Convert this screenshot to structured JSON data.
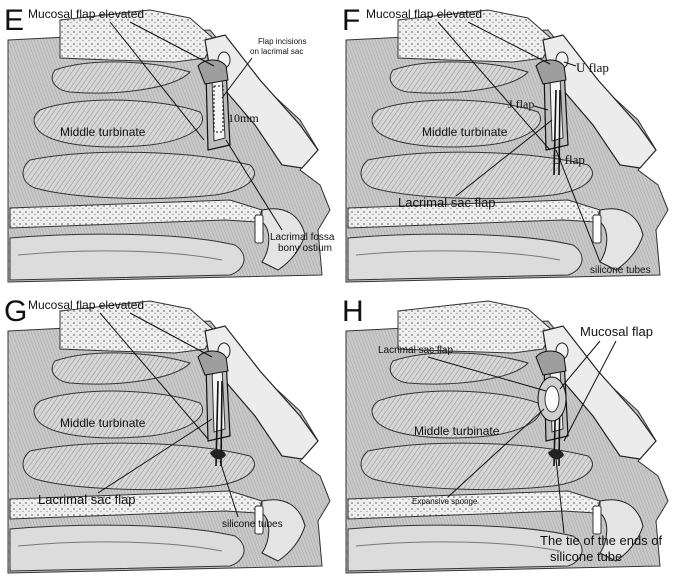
{
  "panels": [
    {
      "id": "E",
      "letter": "E",
      "labels": {
        "mucosal": "Mucosal  flap elevated",
        "flap_incisions_1": "Flap incisions",
        "flap_incisions_2": "on lacrimal sac",
        "measure": "10mm",
        "middle_turbinate": "Middle turbinate",
        "fossa_1": "Lacrimal fossa",
        "fossa_2": "bony ostium"
      }
    },
    {
      "id": "F",
      "letter": "F",
      "labels": {
        "mucosal": "Mucosal  flap elevated",
        "u_flap": "U flap",
        "j_flap": "J flap",
        "middle_turbinate": "Middle turbinate",
        "d_flap": "D flap",
        "sac_flap": "Lacrimal sac flap",
        "tubes": "silicone tubes"
      }
    },
    {
      "id": "G",
      "letter": "G",
      "labels": {
        "mucosal": "Mucosal  flap elevated",
        "middle_turbinate": "Middle turbinate",
        "sac_flap": "Lacrimal sac flap",
        "tubes": "silicone tubes"
      }
    },
    {
      "id": "H",
      "letter": "H",
      "labels": {
        "mucosal": "Mucosal  flap",
        "sac_flap": "Lacrimal sac flap",
        "middle_turbinate": "Middle turbinate",
        "sponge": "Expansive sponge",
        "tie_1": "The tie  of the ends of",
        "tie_2": "silicone tube"
      }
    }
  ]
}
